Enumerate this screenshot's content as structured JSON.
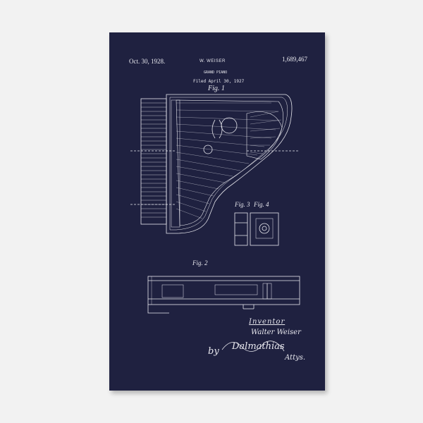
{
  "patent": {
    "date": "Oct. 30, 1928.",
    "inventor_header": "W. WEISER",
    "title": "GRAND PIANO",
    "filed": "Filed April 30, 1927",
    "number": "1,689,467"
  },
  "figures": {
    "fig1": "Fig. 1",
    "fig2": "Fig. 2",
    "fig3": "Fig. 3",
    "fig4": "Fig. 4"
  },
  "signature_block": {
    "inventor_label": "Inventor",
    "inventor_name": "Walter Weiser",
    "by": "by",
    "attorney_signature": "Dalmathias",
    "attys": "Attys."
  },
  "colors": {
    "background": "#f2f2f2",
    "canvas": "#1f2140",
    "ink": "#e8e8ee"
  }
}
